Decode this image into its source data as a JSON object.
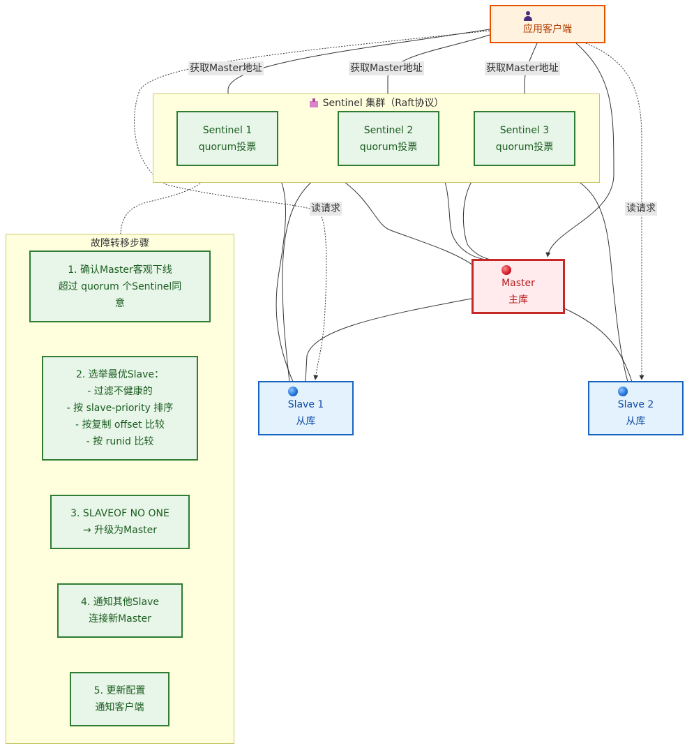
{
  "diagram": {
    "client": {
      "icon": "person-icon",
      "label": "应用客户端"
    },
    "sentinel_cluster": {
      "icon": "castle-icon",
      "title": "Sentinel 集群（Raft协议）"
    },
    "sentinels": [
      {
        "line1": "Sentinel 1",
        "line2": "quorum投票"
      },
      {
        "line1": "Sentinel 2",
        "line2": "quorum投票"
      },
      {
        "line1": "Sentinel 3",
        "line2": "quorum投票"
      }
    ],
    "master": {
      "icon": "red-circle-icon",
      "line1": "Master",
      "line2": "主库"
    },
    "slaves": [
      {
        "icon": "blue-circle-icon",
        "line1": "Slave 1",
        "line2": "从库"
      },
      {
        "icon": "blue-circle-icon",
        "line1": "Slave 2",
        "line2": "从库"
      }
    ],
    "edge_labels": {
      "get_master_1": "获取Master地址",
      "get_master_2": "获取Master地址",
      "get_master_3": "获取Master地址",
      "read_request_1": "读请求",
      "read_request_2": "读请求"
    },
    "failover": {
      "title": "故障转移步骤",
      "steps": [
        {
          "lines": [
            "1. 确认Master客观下线",
            "超过 quorum 个Sentinel同",
            "意"
          ]
        },
        {
          "lines": [
            "2. 选举最优Slave：",
            "- 过滤不健康的",
            "- 按 slave-priority 排序",
            "- 按复制 offset 比较",
            "- 按 runid 比较"
          ]
        },
        {
          "lines": [
            "3. SLAVEOF NO ONE",
            "→ 升级为Master"
          ]
        },
        {
          "lines": [
            "4. 通知其他Slave",
            "连接新Master"
          ]
        },
        {
          "lines": [
            "5. 更新配置",
            "通知客户端"
          ]
        }
      ]
    },
    "colors": {
      "client_border": "#e65100",
      "sentinel_border": "#2e7d32",
      "master_border": "#c62828",
      "slave_border": "#1565c0",
      "cluster_fill": "#ffffde"
    }
  }
}
